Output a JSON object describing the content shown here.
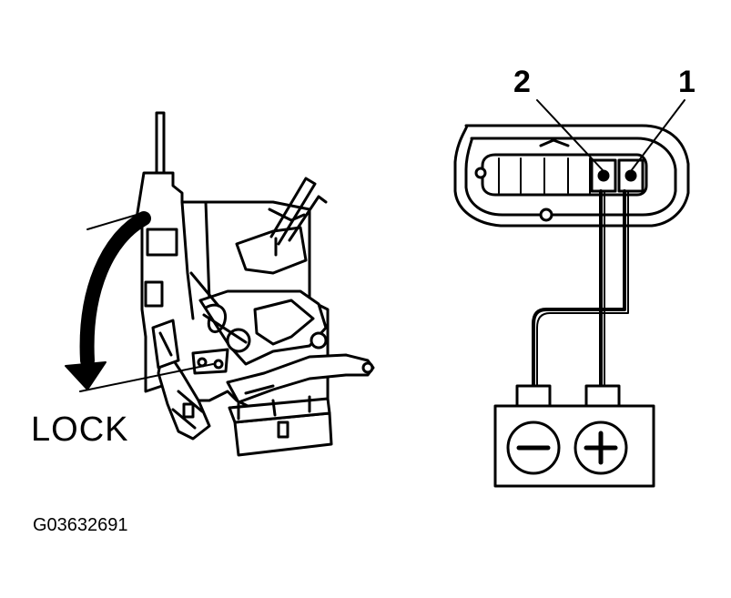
{
  "labels": {
    "lock": "LOCK",
    "pin_2": "2",
    "pin_1": "1",
    "figure_id": "G03632691"
  },
  "battery": {
    "negative_symbol": "minus-terminal",
    "positive_symbol": "plus-terminal"
  },
  "colors": {
    "ink": "#000000",
    "paper": "#ffffff"
  }
}
